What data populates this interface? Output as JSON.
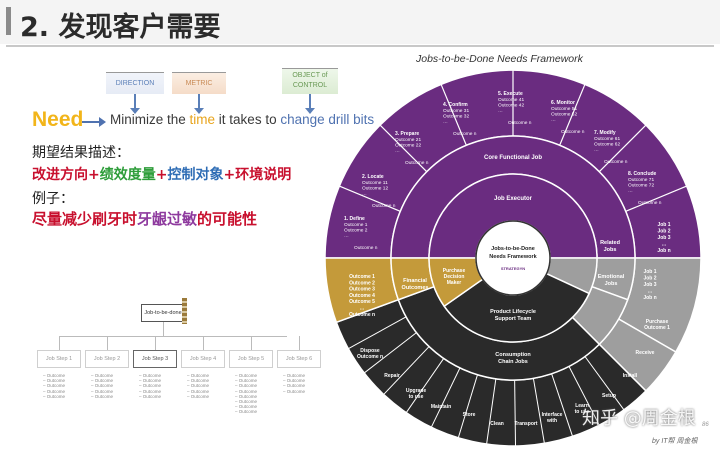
{
  "slide": {
    "title": "2. 发现客户需要",
    "sheet_number": "86",
    "credit": "by IT帮 周金根",
    "watermark": "知乎 @周金根"
  },
  "need_statement": {
    "tags": {
      "direction": "DIRECTION",
      "metric": "METRIC",
      "object": "OBJECT of CONTROL"
    },
    "need_label": "Need",
    "parts": [
      "Minimize the ",
      "time",
      " it takes to ",
      "change drill bits"
    ]
  },
  "description": {
    "label": "期望结果描述：",
    "formula": [
      {
        "text": "改进方向",
        "color": "#c8102e"
      },
      {
        "text": "+",
        "color": "#c8102e"
      },
      {
        "text": "绩效度量",
        "color": "#2e9d3a"
      },
      {
        "text": "+",
        "color": "#c8102e"
      },
      {
        "text": "控制对象",
        "color": "#2f6db5"
      },
      {
        "text": "+",
        "color": "#c8102e"
      },
      {
        "text": "环境说明",
        "color": "#c8102e"
      }
    ],
    "example_label": "例子：",
    "example_parts": [
      {
        "text": "尽量减少刷牙时",
        "color": "#c8102e"
      },
      {
        "text": "牙龈过敏",
        "color": "#8e3a9e"
      },
      {
        "text": "的可能性",
        "color": "#c8102e"
      }
    ]
  },
  "tree": {
    "root": "Job-to-be-done",
    "steps": [
      "Job Step 1",
      "Job Step 2",
      "Job Step 3",
      "Job Step 4",
      "Job Step 5",
      "Job Step 6"
    ],
    "outcome_label": "Outcome",
    "outcome_counts": [
      5,
      5,
      5,
      5,
      8,
      4
    ]
  },
  "wheel": {
    "title": "Jobs-to-be-Done Needs Framework",
    "colors": {
      "purple": "#6a2c80",
      "gold": "#c49a3a",
      "grey": "#9e9e9e",
      "dark": "#2a2a2a"
    },
    "center": {
      "label": "Jobs-to-be-Done Needs Framework",
      "logo": "STRATEGYN"
    },
    "ring_labels": {
      "core": "Core Functional Job",
      "executor": "Job Executor",
      "related": "Related Jobs",
      "emotional": "Emotional Jobs",
      "financial": "Financial Outcomes",
      "purchase_maker": "Purchase Decision Maker",
      "support": "Product Lifecycle Support Team",
      "consumption": "Consumption Chain Jobs"
    },
    "steps": [
      {
        "title": "1. Define",
        "outcomes": [
          "Outcome 1",
          "Outcome 2",
          "…"
        ],
        "n": "Outcome n"
      },
      {
        "title": "2. Locate",
        "outcomes": [
          "Outcome 11",
          "Outcome 12",
          "…"
        ],
        "n": "Outcome n"
      },
      {
        "title": "3. Prepare",
        "outcomes": [
          "Outcome 21",
          "Outcome 22",
          "…"
        ],
        "n": "Outcome n"
      },
      {
        "title": "4. Confirm",
        "outcomes": [
          "Outcome 31",
          "Outcome 32",
          "…"
        ],
        "n": "Outcome n"
      },
      {
        "title": "5. Execute",
        "outcomes": [
          "Outcome 41",
          "Outcome 42",
          "…"
        ],
        "n": "Outcome n"
      },
      {
        "title": "6. Monitor",
        "outcomes": [
          "Outcome 51",
          "Outcome 52",
          "…"
        ],
        "n": "Outcome n"
      },
      {
        "title": "7. Modify",
        "outcomes": [
          "Outcome 61",
          "Outcome 62",
          "…"
        ],
        "n": "Outcome n"
      },
      {
        "title": "8. Conclude",
        "outcomes": [
          "Outcome 71",
          "Outcome 72",
          "…"
        ],
        "n": "Outcome n"
      }
    ],
    "related_jobs": [
      "Job 1",
      "Job 2",
      "Job 3",
      "…",
      "Job n"
    ],
    "emotional_jobs": [
      "Job 1",
      "Job 2",
      "Job 3",
      "…",
      "Job n"
    ],
    "financial_outcomes": [
      "Outcome 1",
      "Outcome 2",
      "Outcome 3",
      "Outcome 4",
      "Outcome 5",
      "…",
      "Outcome n"
    ],
    "consumption_jobs": [
      "Purchase Outcome 1",
      "Receive",
      "Install",
      "Setup",
      "Learn to use",
      "Interface with",
      "Transport",
      "Clean",
      "Store",
      "Maintain",
      "Upgrade to use",
      "Repair",
      "Dispose Outcome n"
    ]
  }
}
